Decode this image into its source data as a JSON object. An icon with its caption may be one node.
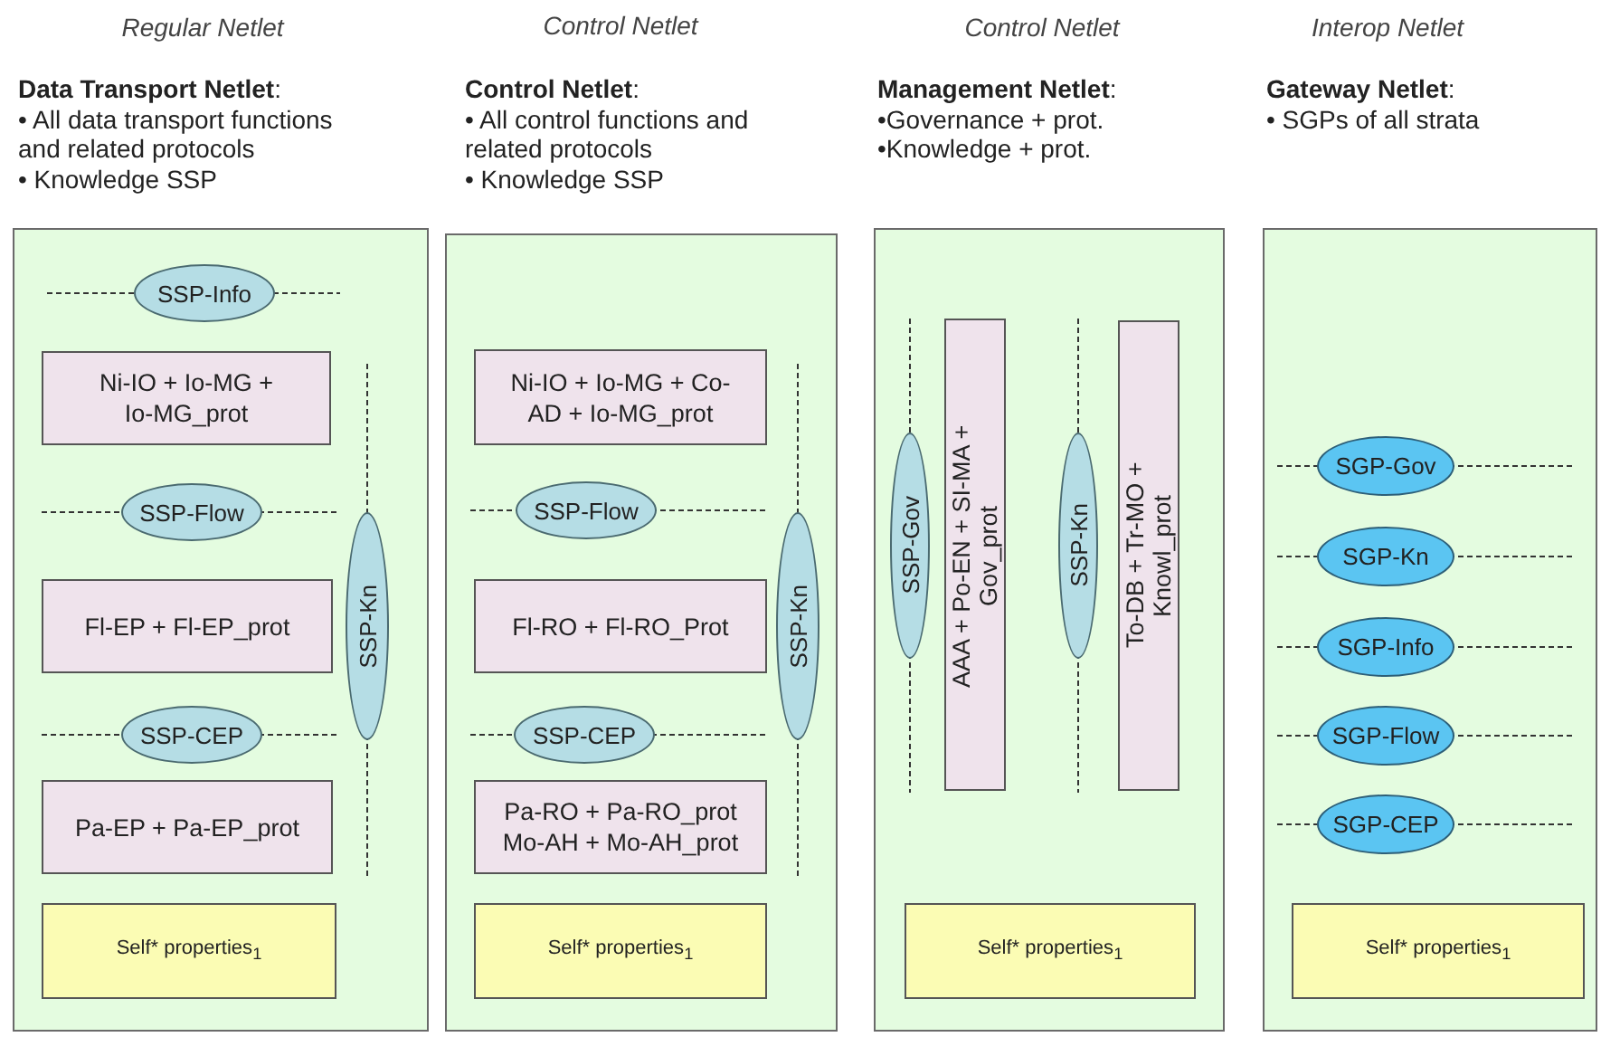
{
  "diagram": {
    "nodes": [
      {
        "text": [],
        "shape": "box"
      },
      {
        "text": [
          "SSP-Info"
        ],
        "in": 0
      },
      {
        "text": [
          "Ni-IO + Io-MG + Io-MG_prot"
        ],
        "in": 0
      },
      {
        "text": [
          "SSP-Flow"
        ],
        "in": 0
      },
      {
        "text": [
          "SSP-Kn"
        ],
        "in": 0
      },
      {
        "text": [
          "Fl-EP + Fl-EP_prot"
        ],
        "in": 0
      },
      {
        "text": [
          "SSP-CEP"
        ],
        "in": 0
      },
      {
        "text": [
          "Pa-EP + Pa-EP_prot"
        ],
        "in": 0
      },
      {
        "text": [
          "Self* properties$_{1}$"
        ],
        "in": 0
      },
      {
        "text": [],
        "shape": "box"
      },
      {
        "text": [
          "Ni-IO + Io-MG + Co-AD + Io-MG_prot"
        ],
        "in": 9
      },
      {
        "text": [
          "SSP-Flow"
        ],
        "in": 9
      },
      {
        "text": [
          "SSP-Kn"
        ],
        "in": 9
      },
      {
        "text": [
          "Fl-RO + Fl-RO_Prot"
        ],
        "in": 9
      },
      {
        "text": [
          "SSP-CEP"
        ],
        "in": 9
      },
      {
        "text": [
          "Pa-RO + Pa-RO_prot Mo-AH + Mo-AH_prot"
        ],
        "in": 9
      },
      {
        "text": [
          "Self* properties$_{1}$"
        ],
        "in": 9
      },
      {
        "text": [],
        "shape": "box"
      },
      {
        "text": [
          "SSP-Gov"
        ],
        "in": 17
      },
      {
        "text": [
          "AAA + Po-EN + SI-MA + Gov_prot"
        ],
        "in": 17
      },
      {
        "text": [
          "SSP-Kn"
        ],
        "in": 17
      },
      {
        "text": [
          "To-DB + Tr-MO + Knowl_prot"
        ],
        "in": 17
      },
      {
        "text": [
          "Self* properties$_{1}$"
        ],
        "in": 17
      },
      {
        "text": [],
        "shape": "box"
      },
      {
        "text": [
          "SGP-Gov"
        ],
        "in": 23
      },
      {
        "text": [
          "SGP-Kn"
        ],
        "in": 23
      },
      {
        "text": [
          "SGP-Info"
        ],
        "in": 23
      },
      {
        "text": [
          "SGP-Flow"
        ],
        "in": 23
      },
      {
        "text": [
          "SGP-CEP"
        ],
        "in": 23
      },
      {
        "text": [
          "Self* properties$_{1}$"
        ],
        "in": 23
      }
    ],
    "labels": [
      "Regular Netlet",
      "Control Netlet",
      "Control Netlet",
      "Interop Netlet",
      "**Data Transport Netlet**:",
      "• All data transport functions and related protocols",
      "• Knowledge SSP",
      "**Control Netlet**:",
      "• All control functions and related protocols",
      "• Knowledge SSP",
      "**Management Netlet**:",
      "•Governance + prot.",
      "•Knowledge + prot.",
      "**Gateway Netlet**:",
      "• SGPs of all strata"
    ]
  }
}
